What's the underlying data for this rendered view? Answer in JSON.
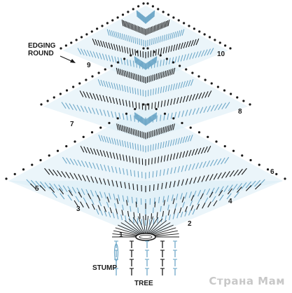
{
  "labels": {
    "edging_line1": "EDGING",
    "edging_line2": "ROUND",
    "stump": "STUMP",
    "tree": "TREE"
  },
  "rounds": [
    "1",
    "2",
    "3",
    "4",
    "5",
    "6",
    "7",
    "8",
    "9",
    "10"
  ],
  "watermark": "Страна Мам",
  "colors": {
    "ink": "#1a1a1a",
    "stitch_blue": "#6fa8c8",
    "fill_blue": "#dbecf5",
    "background": "#ffffff"
  },
  "icons": [
    "arrow-icon"
  ]
}
